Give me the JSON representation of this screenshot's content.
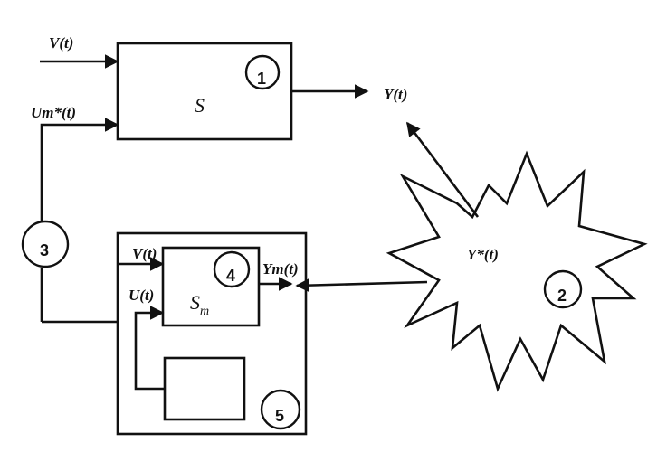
{
  "blocks": {
    "plant": {
      "label": "S",
      "number": "1"
    },
    "model": {
      "label": "Sm",
      "label_main": "S",
      "label_sub": "m",
      "number": "4"
    },
    "controller_unit": {
      "number": "5"
    },
    "measurement": {
      "label": "Y*(t)",
      "number": "2"
    },
    "optimizer": {
      "number": "3"
    }
  },
  "signals": {
    "disturbance": "V(t)",
    "control_input": "Um*(t)",
    "output": "Y(t)",
    "model_disturbance": "V(t)",
    "model_control": "U(t)",
    "model_output": "Ym(t)"
  },
  "colors": {
    "ink": "#111111",
    "background": "#ffffff"
  }
}
